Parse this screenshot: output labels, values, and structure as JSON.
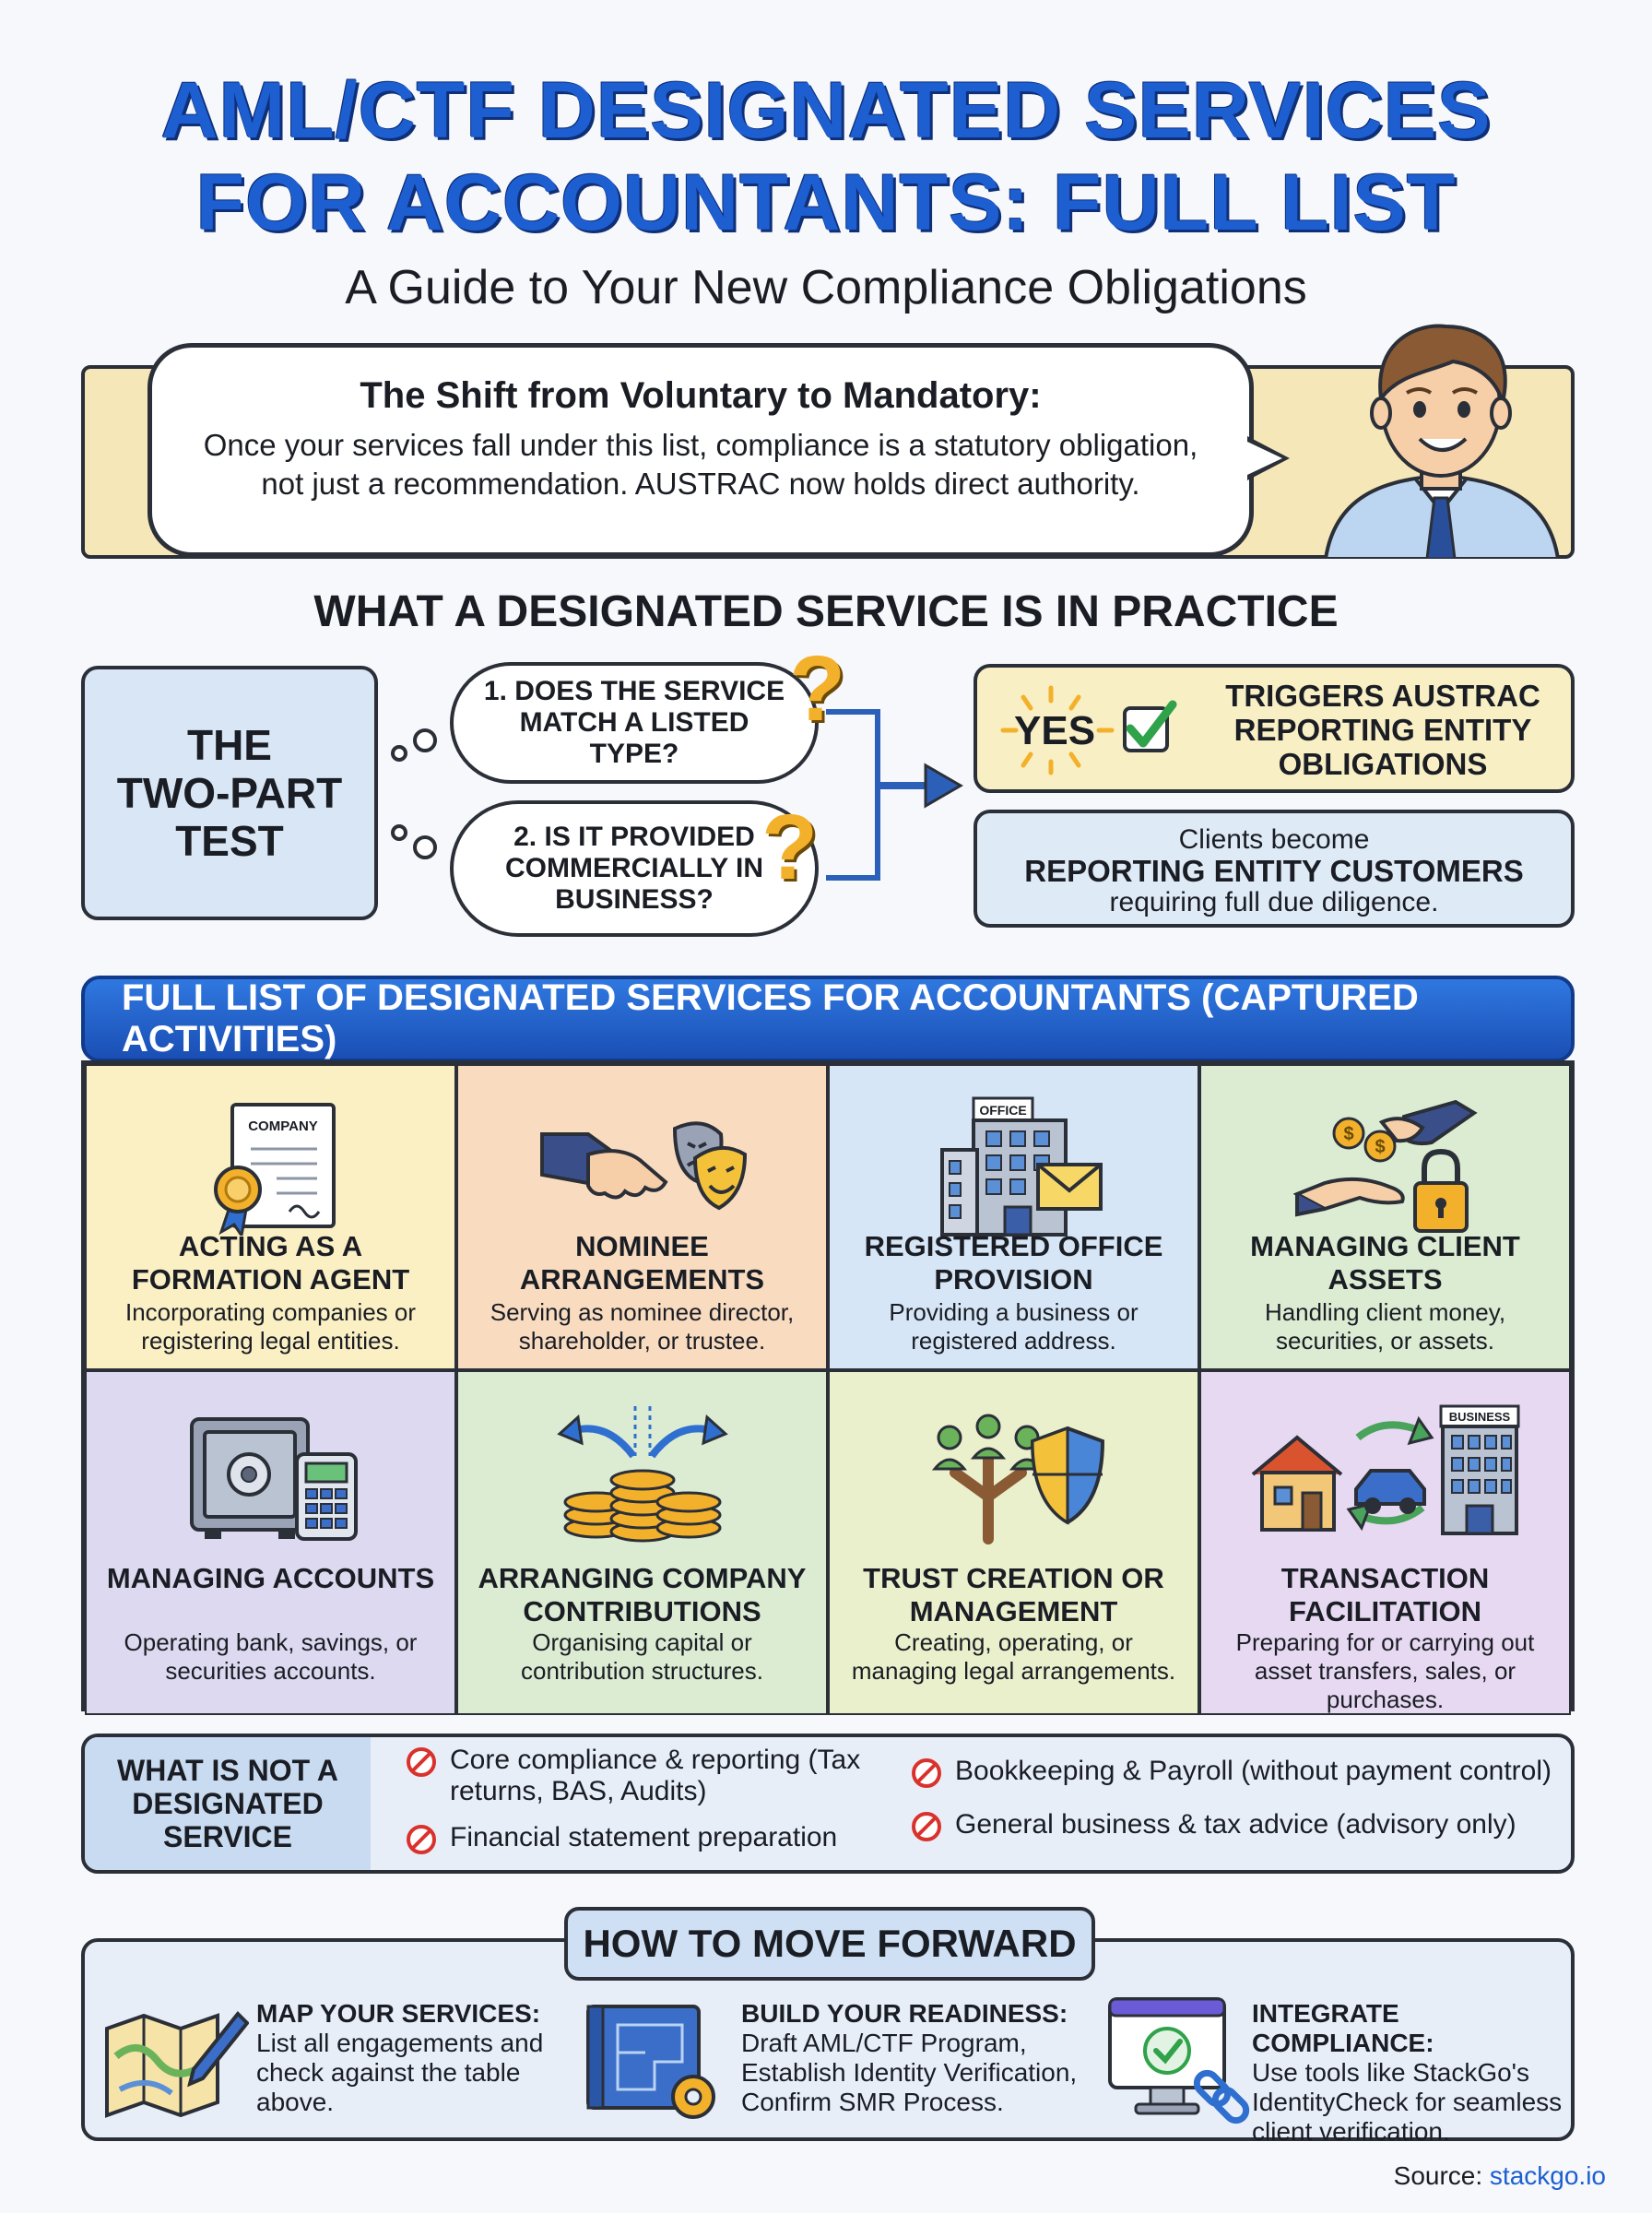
{
  "title": {
    "line1": "AML/CTF DESIGNATED SERVICES",
    "line2": "FOR ACCOUNTANTS: FULL LIST",
    "subtitle": "A Guide to Your New Compliance Obligations"
  },
  "shift": {
    "heading": "The Shift from Voluntary to Mandatory:",
    "body": "Once your services fall under this list, compliance is a statutory obligation, not just a recommendation. AUSTRAC now holds direct authority."
  },
  "practice": {
    "heading": "WHAT A DESIGNATED SERVICE IS IN PRACTICE",
    "test_label_1": "THE",
    "test_label_2": "TWO-PART",
    "test_label_3": "TEST",
    "question1": "1. DOES THE SERVICE MATCH A LISTED TYPE?",
    "question2": "2. IS IT PROVIDED COMMERCIALLY IN BUSINESS?",
    "yes": "YES",
    "trigger": "TRIGGERS AUSTRAC REPORTING ENTITY OBLIGATIONS",
    "client_line1": "Clients become",
    "client_line2": "REPORTING ENTITY CUSTOMERS",
    "client_line3": "requiring full due diligence."
  },
  "full_list": {
    "header": "FULL LIST OF DESIGNATED SERVICES FOR ACCOUNTANTS (CAPTURED ACTIVITIES)",
    "services": [
      {
        "title": "ACTING AS A FORMATION AGENT",
        "desc": "Incorporating companies or registering legal entities.",
        "icon": "company-certificate-icon",
        "color": "#fbf0c4",
        "icon_text": "COMPANY"
      },
      {
        "title": "NOMINEE ARRANGEMENTS",
        "desc": "Serving as nominee director, shareholder, or trustee.",
        "icon": "handshake-masks-icon",
        "color": "#f9dcc0"
      },
      {
        "title": "REGISTERED OFFICE PROVISION",
        "desc": "Providing a business or registered address.",
        "icon": "office-building-icon",
        "color": "#d6e6f6",
        "icon_text": "OFFICE"
      },
      {
        "title": "MANAGING CLIENT ASSETS",
        "desc": "Handling client money, securities, or assets.",
        "icon": "coins-hand-lock-icon",
        "color": "#dcecd2"
      },
      {
        "title": "MANAGING ACCOUNTS",
        "desc": "Operating bank, savings, or securities accounts.",
        "icon": "safe-calculator-icon",
        "color": "#dcd9f0"
      },
      {
        "title": "ARRANGING COMPANY CONTRIBUTIONS",
        "desc": "Organising capital or contribution structures.",
        "icon": "coin-stacks-arrows-icon",
        "color": "#dcecd2"
      },
      {
        "title": "TRUST CREATION OR MANAGEMENT",
        "desc": "Creating, operating, or managing legal arrangements.",
        "icon": "tree-shield-icon",
        "color": "#eaf0cc"
      },
      {
        "title": "TRANSACTION FACILITATION",
        "desc": "Preparing for or carrying out asset transfers, sales, or purchases.",
        "icon": "house-car-business-icon",
        "color": "#e7d9f2",
        "icon_text": "BUSINESS"
      }
    ]
  },
  "not_designated": {
    "label": "WHAT IS NOT A DESIGNATED SERVICE",
    "items": [
      {
        "text": "Core compliance & reporting (Tax returns, BAS, Audits)"
      },
      {
        "text": "Financial statement preparation"
      },
      {
        "text": "Bookkeeping & Payroll (without payment control)"
      },
      {
        "text": "General business & tax advice (advisory only)"
      }
    ]
  },
  "forward": {
    "title": "HOW TO MOVE FORWARD",
    "steps": [
      {
        "title": "MAP YOUR SERVICES:",
        "body": "List all engagements and check against the table above."
      },
      {
        "title": "BUILD YOUR READINESS:",
        "body": "Draft AML/CTF Program, Establish Identity Verification, Confirm SMR Process."
      },
      {
        "title": "INTEGRATE COMPLIANCE:",
        "body": "Use tools like StackGo's IdentityCheck for seamless client verification."
      }
    ]
  },
  "source": {
    "label": "Source:",
    "link": "stackgo.io"
  },
  "colors": {
    "title_blue": "#1d5fd1",
    "header_blue": "#1a4fb5",
    "question_gold": "#f3b12b",
    "check_green": "#2fa24a",
    "no_red": "#d9322c"
  }
}
